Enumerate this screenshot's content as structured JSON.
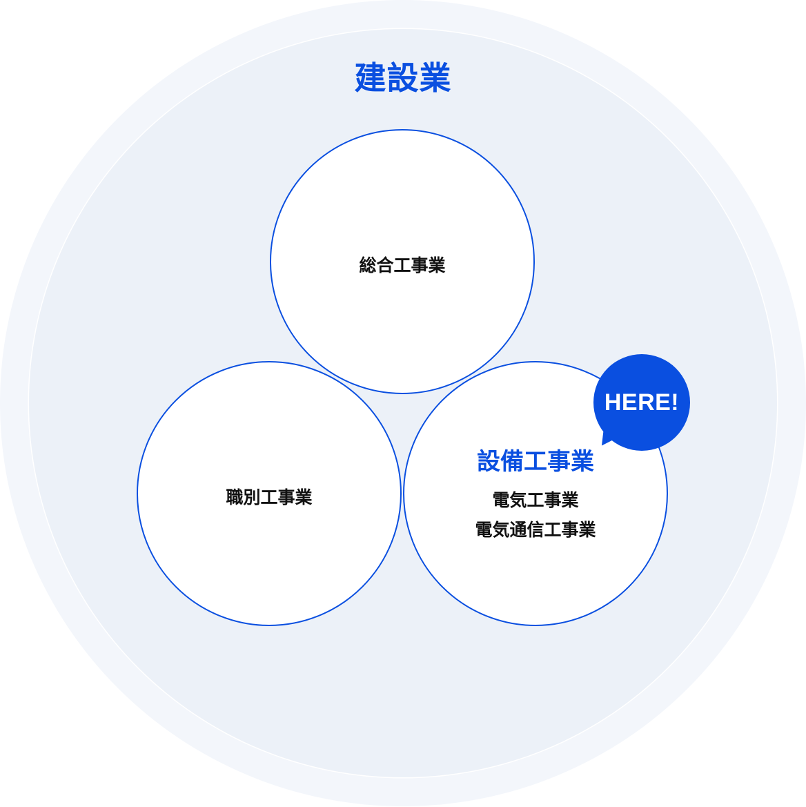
{
  "colors": {
    "accent": "#0a4fe0",
    "outer_ring": "#f3f6fb",
    "inner_disc": "#ecf1f8",
    "circle_fill": "#ffffff",
    "label_text": "#111111"
  },
  "title": "建設業",
  "circles": {
    "top": {
      "label": "総合工事業"
    },
    "left": {
      "label": "職別工事業"
    },
    "right": {
      "title": "設備工事業",
      "items": [
        "電気工事業",
        "電気通信工事業"
      ],
      "badge": "HERE!"
    }
  }
}
